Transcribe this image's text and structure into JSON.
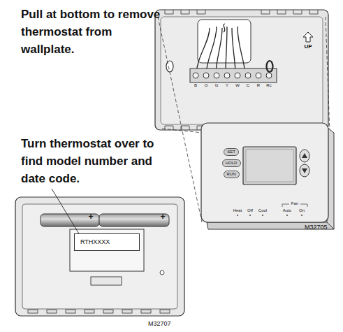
{
  "diagram": {
    "nodes": [
      {
        "text": [
          "SET"
        ]
      },
      {
        "text": [
          "HOLD"
        ]
      },
      {
        "text": [
          "RUN"
        ]
      },
      {
        "text": [
          "RTHXXXX"
        ]
      }
    ],
    "labels": [
      "Pull at bottom to remove thermostat from wallplate.",
      "UP",
      "B",
      "O",
      "G",
      "Y",
      "W",
      "C",
      "R",
      "Rc",
      "Turn thermostat over to find model number and date code.",
      "Heat",
      "Off",
      "Cool",
      "Fan",
      "Auto",
      "On",
      "M32705",
      "+",
      "+",
      "M32707"
    ]
  }
}
